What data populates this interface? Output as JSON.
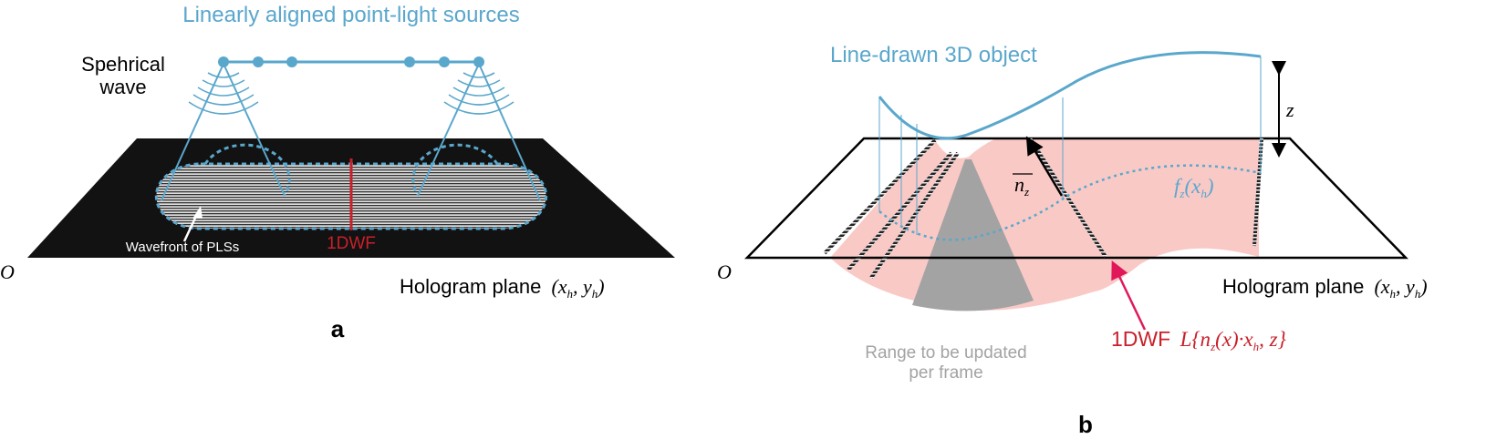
{
  "panel_a": {
    "label": "a",
    "title": "Linearly aligned point-light sources",
    "spherical_wave_line1": "Spehrical",
    "spherical_wave_line2": "wave",
    "wavefront_label": "Wavefront of PLSs",
    "onedwf_label": "1DWF",
    "origin": "O",
    "plane_label": "Hologram plane",
    "plane_coords": "(x",
    "plane_sub1": "h",
    "plane_mid": ", y",
    "plane_sub2": "h",
    "plane_end": ")"
  },
  "panel_b": {
    "label": "b",
    "title": "Line-drawn 3D object",
    "z_label": "z",
    "nz_label": "n",
    "nz_sub": "z",
    "fz_label": "f",
    "fz_sub": "z",
    "fz_arg": "(x",
    "fz_arg_sub": "h",
    "fz_end": ")",
    "origin": "O",
    "plane_label": "Hologram plane",
    "plane_coords": "(x",
    "plane_sub1": "h",
    "plane_mid": ", y",
    "plane_sub2": "h",
    "plane_end": ")",
    "range_line1": "Range to be updated",
    "range_line2": "per frame",
    "onedwf_label": "1DWF",
    "formula": "L{n",
    "formula_sub1": "z",
    "formula_mid": "(x)·x",
    "formula_sub2": "h",
    "formula_end": ", z}"
  },
  "colors": {
    "blue": "#5aa7cc",
    "red": "#c8202a",
    "pink": "#f9c9c6",
    "gray": "#a3a3a3",
    "magenta": "#e0185a"
  }
}
